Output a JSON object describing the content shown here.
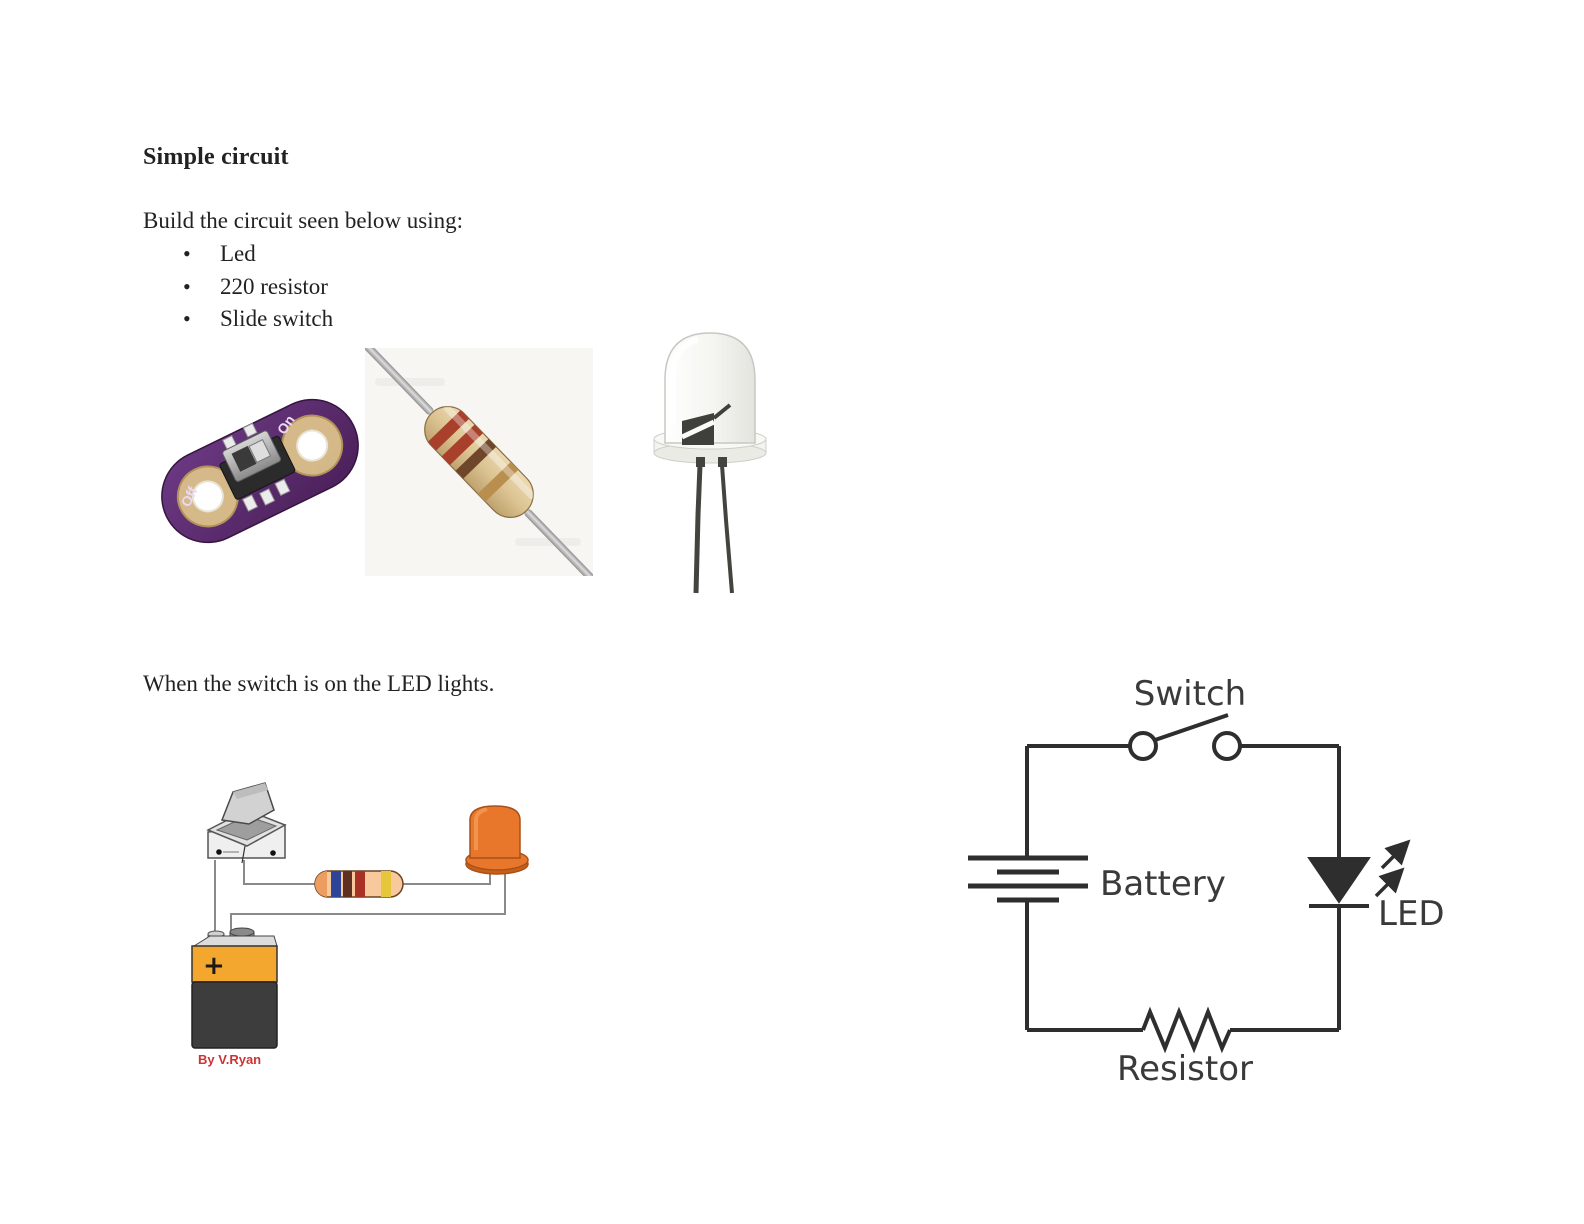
{
  "document": {
    "title": "Simple circuit",
    "intro": "Build the circuit seen below using:",
    "bullets": [
      "Led",
      "220 resistor",
      "Slide switch"
    ],
    "caption": "When the switch is on the LED lights."
  },
  "component_photos": {
    "slide_switch": {
      "off_label": "Off",
      "on_label": "On"
    },
    "resistor": {
      "band_colors": [
        "#a8402c",
        "#a8402c",
        "#6e4629",
        "#b98f4f"
      ]
    },
    "led": {}
  },
  "pictorial_diagram": {
    "credit": "By V.Ryan",
    "battery_polarity": "+",
    "colors": {
      "led_orange": "#e8772b",
      "battery_orange": "#f4a72f",
      "battery_body": "#3d3d3d",
      "wire_gray": "#8a8a8a",
      "credit_red": "#cc3333",
      "resistor_body": "#f7c99c",
      "resistor_bands": [
        "#2e4496",
        "#5f2f1f",
        "#a83226",
        "#e6c63a"
      ]
    }
  },
  "schematic_diagram": {
    "labels": {
      "switch": "Switch",
      "battery": "Battery",
      "led": "LED",
      "resistor": "Resistor"
    },
    "ink_color": "#2e2e2e"
  },
  "board_purple": "#5a2766"
}
